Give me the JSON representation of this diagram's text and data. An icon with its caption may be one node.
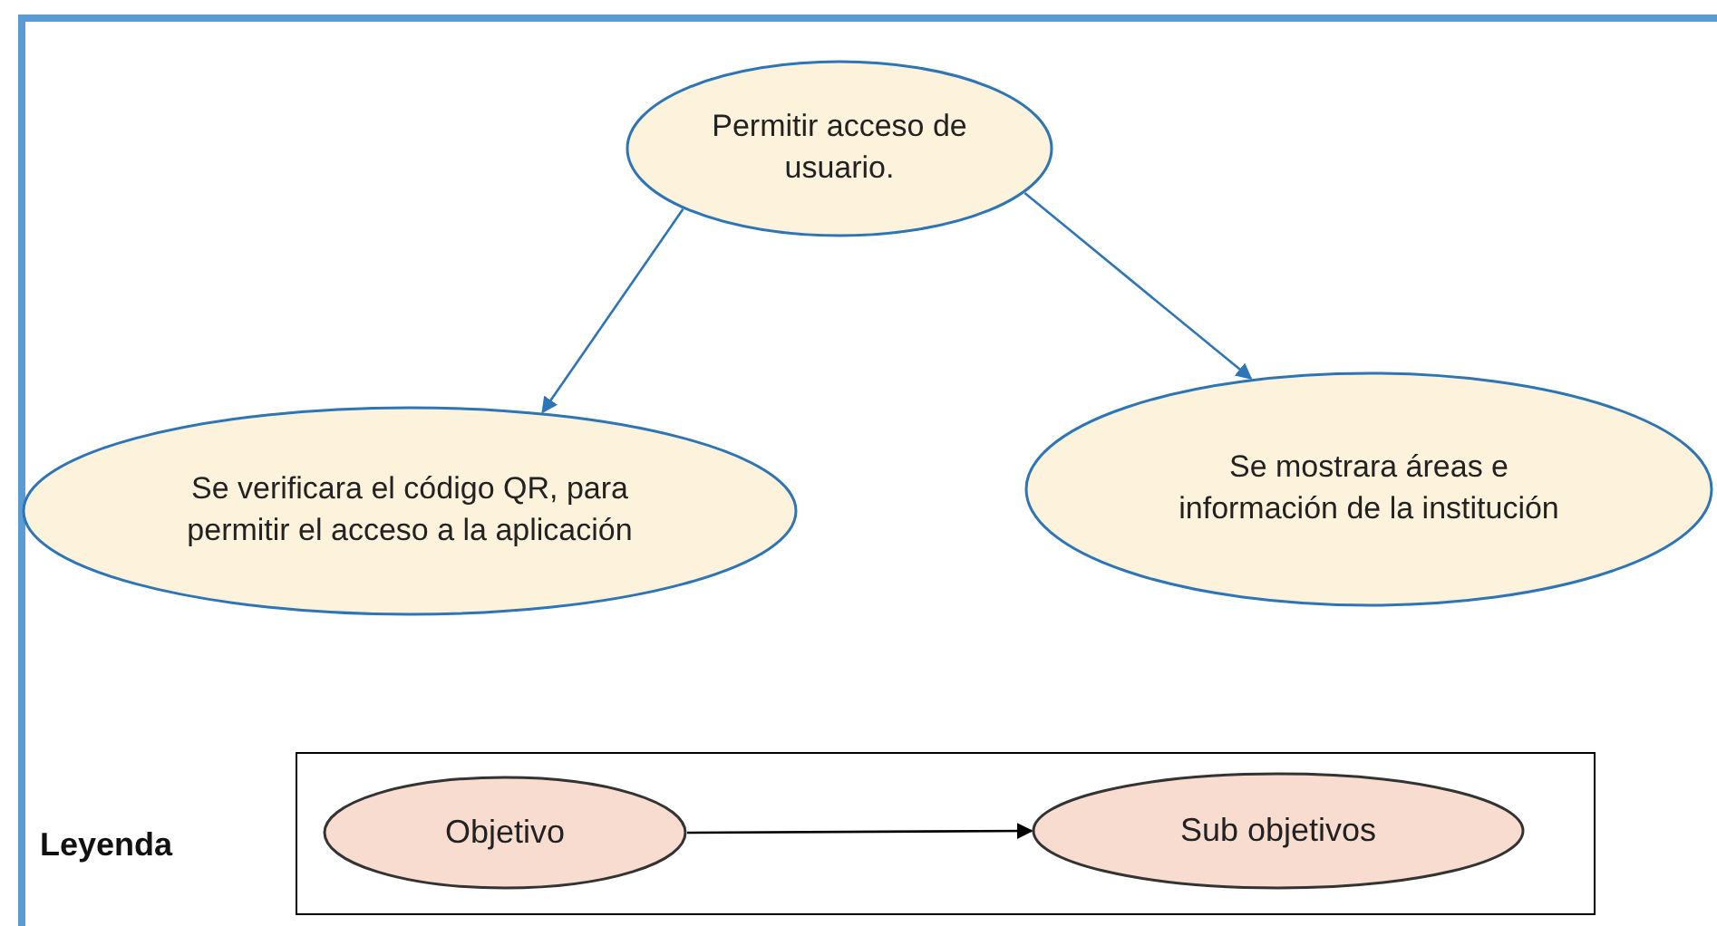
{
  "diagram": {
    "nodes": [
      {
        "text": [
          "Permitir acceso de usuario."
        ]
      },
      {
        "text": [
          "Se verificara el código QR, para permitir el acceso a la aplicación"
        ]
      },
      {
        "text": [
          "Se mostrara áreas e información de la institución"
        ]
      },
      {
        "text": [],
        "shape": "box"
      },
      {
        "text": [
          "Objetivo"
        ],
        "in": 3
      },
      {
        "text": [
          "Sub objetivos"
        ],
        "in": 3
      }
    ],
    "edges": [
      {
        "from": 0,
        "to": 1,
        "arrow": "to"
      },
      {
        "from": 0,
        "to": 2,
        "arrow": "to"
      },
      {
        "from": 4,
        "to": 5,
        "arrow": "to",
        "color": "#000000"
      }
    ],
    "labels": [
      "Leyenda"
    ]
  }
}
